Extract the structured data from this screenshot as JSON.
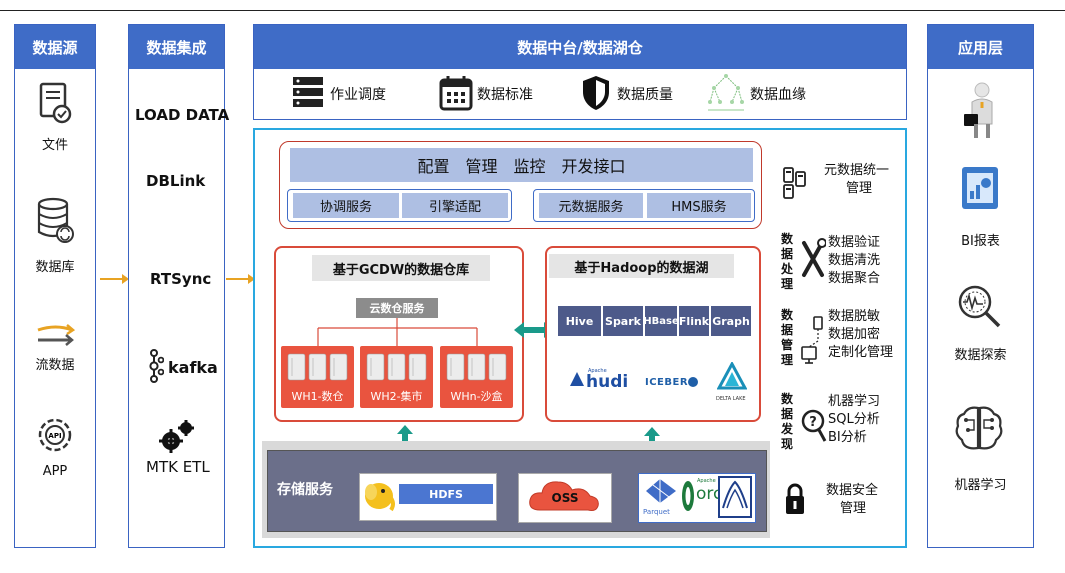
{
  "sources": {
    "header": "数据源",
    "items": [
      {
        "label": "文件",
        "icon": "document-check-icon"
      },
      {
        "label": "数据库",
        "icon": "database-sync-icon"
      },
      {
        "label": "流数据",
        "icon": "stream-arrows-icon"
      },
      {
        "label": "APP",
        "icon": "api-gear-icon"
      }
    ]
  },
  "integration": {
    "header": "数据集成",
    "items": [
      {
        "label": "LOAD DATA"
      },
      {
        "label": "DBLink"
      },
      {
        "label": "RTSync"
      },
      {
        "label": "kafka",
        "icon": "kafka-logo-icon"
      },
      {
        "label": "MTK ETL",
        "icon": "gears-icon"
      }
    ]
  },
  "platform": {
    "header": "数据中台/数据湖仓",
    "tools": [
      {
        "label": "作业调度",
        "icon": "server-stack-icon"
      },
      {
        "label": "数据标准",
        "icon": "calendar-icon"
      },
      {
        "label": "数据质量",
        "icon": "shield-icon"
      },
      {
        "label": "数据血缘",
        "icon": "lineage-tree-icon"
      }
    ],
    "control": {
      "title": "配置　管理　监控　开发接口",
      "left": [
        "协调服务",
        "引擎适配"
      ],
      "right": [
        "元数据服务",
        "HMS服务"
      ]
    },
    "warehouse": {
      "title": "基于GCDW的数据仓库",
      "cloud": "云数仓服务",
      "units": [
        "WH1-数仓",
        "WH2-集市",
        "WHn-沙盒"
      ]
    },
    "lake": {
      "title": "基于Hadoop的数据湖",
      "engines": [
        "Hive",
        "Spark",
        "HBase",
        "Flink",
        "Graph"
      ],
      "formats": [
        "hudi",
        "ICEBERG",
        "DELTA LAKE"
      ],
      "hudi_tag": "Apache"
    },
    "storage": {
      "title": "存储服务",
      "hdfs": "HDFS",
      "oss": "OSS",
      "parquet": "Parquet",
      "orc": "orc",
      "orc_tag": "Apache"
    }
  },
  "governance": {
    "meta": {
      "lines": [
        "元数据统一",
        "管理"
      ]
    },
    "processing": {
      "tag": "数据处理",
      "lines": [
        "数据验证",
        "数据清洗",
        "数据聚合"
      ]
    },
    "management": {
      "tag": "数据管理",
      "lines": [
        "数据脱敏",
        "数据加密",
        "定制化管理"
      ]
    },
    "discovery": {
      "tag": "数据发现",
      "lines": [
        "机器学习",
        "SQL分析",
        "BI分析"
      ]
    },
    "security": {
      "lines": [
        "数据安全",
        "管理"
      ]
    }
  },
  "apps": {
    "header": "应用层",
    "items": [
      {
        "label": "",
        "icon": "business-person-icon"
      },
      {
        "label": "BI报表",
        "icon": "bi-report-icon"
      },
      {
        "label": "数据探索",
        "icon": "magnifier-wave-icon"
      },
      {
        "label": "机器学习",
        "icon": "brain-circuit-icon"
      }
    ]
  },
  "colors": {
    "blue": "#3f6cc7",
    "red": "#d94b3a",
    "orange": "#e8a323",
    "teal": "#1a9a8a",
    "slate": "#4d5a8a"
  }
}
